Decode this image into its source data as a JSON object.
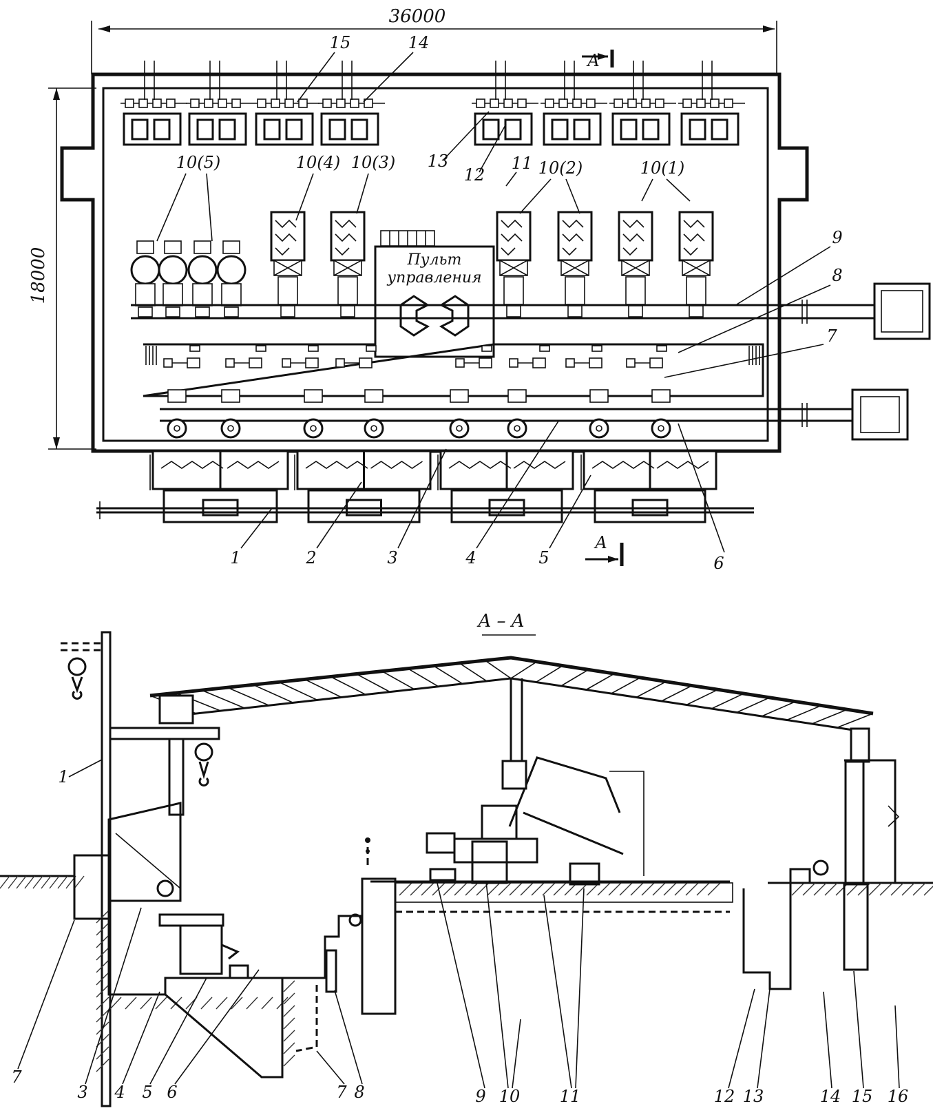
{
  "plan": {
    "dimension_width": "36000",
    "dimension_height": "18000",
    "section_mark_top": "A",
    "section_mark_bottom": "A",
    "control_panel_line1": "Пульт",
    "control_panel_line2": "управления",
    "group_labels": [
      "10(5)",
      "10(4)",
      "10(3)",
      "10(2)",
      "10(1)"
    ],
    "top_labels": [
      "15",
      "14",
      "13",
      "12",
      "11",
      "9",
      "8",
      "7"
    ],
    "bottom_labels": [
      "1",
      "2",
      "3",
      "4",
      "5",
      "6"
    ]
  },
  "section": {
    "title": "A – A",
    "left_labels": [
      "1",
      "7"
    ],
    "bottom_labels": [
      "3",
      "4",
      "5",
      "6",
      "7",
      "8",
      "9",
      "10",
      "11",
      "12",
      "13",
      "14",
      "15",
      "16"
    ]
  },
  "colors": {
    "ink": "#111111",
    "paper": "#ffffff"
  }
}
